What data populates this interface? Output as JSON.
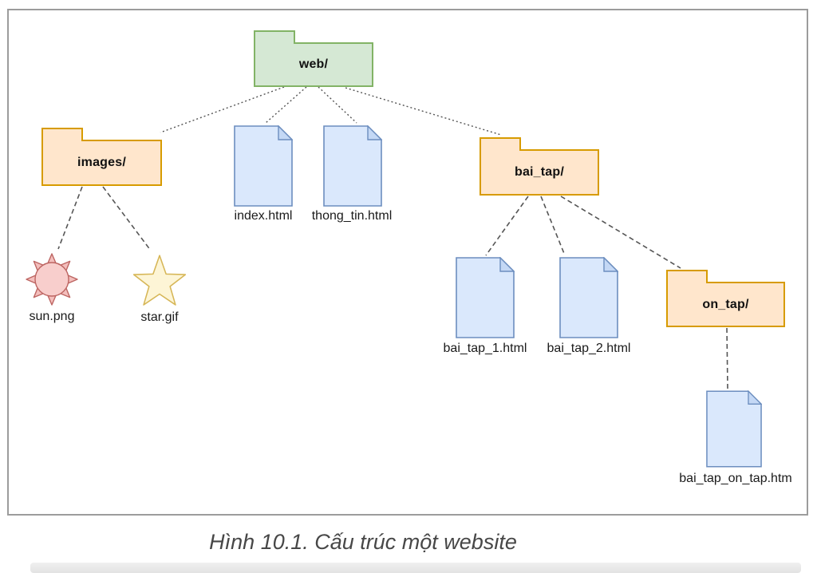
{
  "caption": "Hình 10.1. Cấu trúc một website",
  "diagram": {
    "type": "tree",
    "nodes": {
      "web": {
        "label": "web/",
        "kind": "folder"
      },
      "images": {
        "label": "images/",
        "kind": "folder"
      },
      "index_html": {
        "label": "index.html",
        "kind": "file"
      },
      "thong_tin_html": {
        "label": "thong_tin.html",
        "kind": "file"
      },
      "bai_tap": {
        "label": "bai_tap/",
        "kind": "folder"
      },
      "sun_png": {
        "label": "sun.png",
        "kind": "image"
      },
      "star_gif": {
        "label": "star.gif",
        "kind": "image"
      },
      "bai_tap_1_html": {
        "label": "bai_tap_1.html",
        "kind": "file"
      },
      "bai_tap_2_html": {
        "label": "bai_tap_2.html",
        "kind": "file"
      },
      "on_tap": {
        "label": "on_tap/",
        "kind": "folder"
      },
      "bai_tap_on_tap_htm": {
        "label": "bai_tap_on_tap.htm",
        "kind": "file"
      }
    },
    "edges": [
      {
        "from": "web",
        "to": "images",
        "style": "dotted"
      },
      {
        "from": "web",
        "to": "index_html",
        "style": "dotted"
      },
      {
        "from": "web",
        "to": "thong_tin_html",
        "style": "dotted"
      },
      {
        "from": "web",
        "to": "bai_tap",
        "style": "dotted"
      },
      {
        "from": "images",
        "to": "sun_png",
        "style": "dashed"
      },
      {
        "from": "images",
        "to": "star_gif",
        "style": "dashed"
      },
      {
        "from": "bai_tap",
        "to": "bai_tap_1_html",
        "style": "dashed"
      },
      {
        "from": "bai_tap",
        "to": "bai_tap_2_html",
        "style": "dashed"
      },
      {
        "from": "bai_tap",
        "to": "on_tap",
        "style": "dashed"
      },
      {
        "from": "on_tap",
        "to": "bai_tap_on_tap_htm",
        "style": "dashed"
      }
    ],
    "colors": {
      "root_folder_fill": "#d5e8d4",
      "root_folder_stroke": "#82b366",
      "folder_fill": "#ffe6cc",
      "folder_stroke": "#d79b00",
      "file_fill": "#dae8fc",
      "file_stroke": "#6c8ebf",
      "sun_fill": "#f8cecc",
      "sun_stroke": "#b85450",
      "star_fill": "#fff2cc",
      "star_stroke": "#d6b656",
      "edge": "#555555"
    }
  }
}
